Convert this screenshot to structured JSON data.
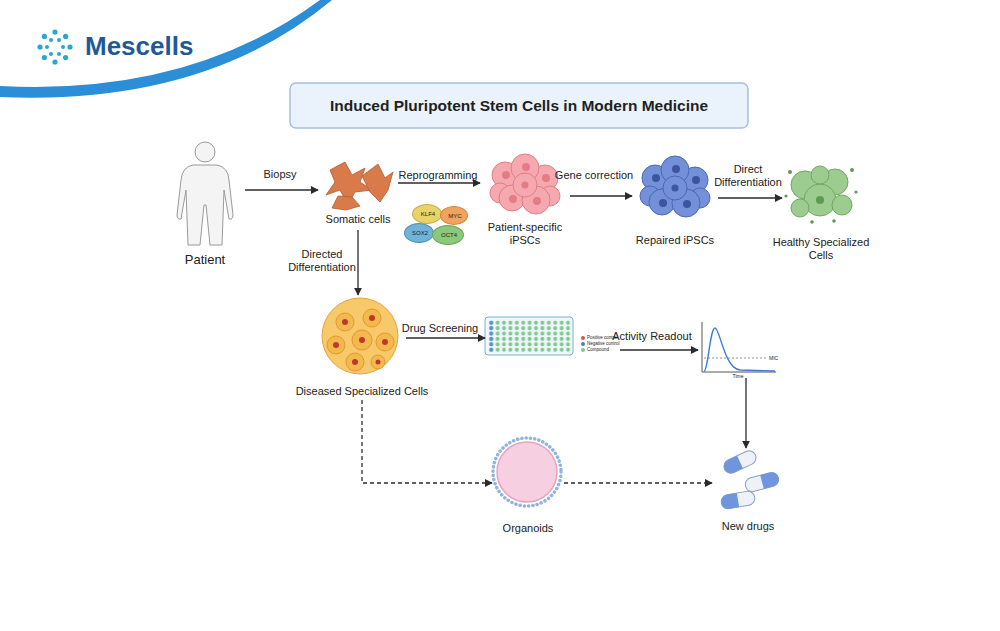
{
  "diagram": {
    "title": "Induced Pluripotent Stem Cells in Modern Medicine",
    "nodes": [
      {
        "text": [
          "Patient"
        ]
      },
      {
        "text": [
          "Somatic cells"
        ]
      },
      {
        "text": [
          "KLF4"
        ]
      },
      {
        "text": [
          "MYC"
        ]
      },
      {
        "text": [
          "SOX2"
        ]
      },
      {
        "text": [
          "OCT4"
        ]
      },
      {
        "text": [
          "Patient-specific iPSCs"
        ]
      },
      {
        "text": [
          "Repaired iPSCs"
        ]
      },
      {
        "text": [
          "Healthy Specialized Cells"
        ]
      },
      {
        "text": [
          "Diseased Specialized Cells"
        ]
      },
      {
        "text": [
          "Positive control",
          "Negative control",
          "Compound"
        ]
      },
      {
        "text": [
          "Time",
          "MIC"
        ]
      },
      {
        "text": [
          "Organoids"
        ]
      },
      {
        "text": [
          "New drugs"
        ]
      }
    ],
    "edges": [
      {
        "from": 0,
        "to": 1,
        "label": "Biopsy",
        "arrow": "to"
      },
      {
        "from": 1,
        "to": 6,
        "label": "Reprogramming",
        "arrow": "to"
      },
      {
        "from": 6,
        "to": 7,
        "label": "Gene correction",
        "arrow": "to"
      },
      {
        "from": 7,
        "to": 8,
        "label": "Direct Differentiation",
        "arrow": "to"
      },
      {
        "from": 1,
        "to": 9,
        "label": "Directed Differentiation",
        "arrow": "to"
      },
      {
        "from": 9,
        "to": 10,
        "label": "Drug Screening",
        "arrow": "to"
      },
      {
        "from": 10,
        "to": 11,
        "label": "Activity Readout",
        "arrow": "to"
      },
      {
        "from": 11,
        "to": 13,
        "arrow": "to"
      },
      {
        "from": 9,
        "to": 12,
        "arrow": "to"
      },
      {
        "from": 12,
        "to": 13,
        "arrow": "to"
      }
    ],
    "labels": [
      "Mescells"
    ]
  }
}
